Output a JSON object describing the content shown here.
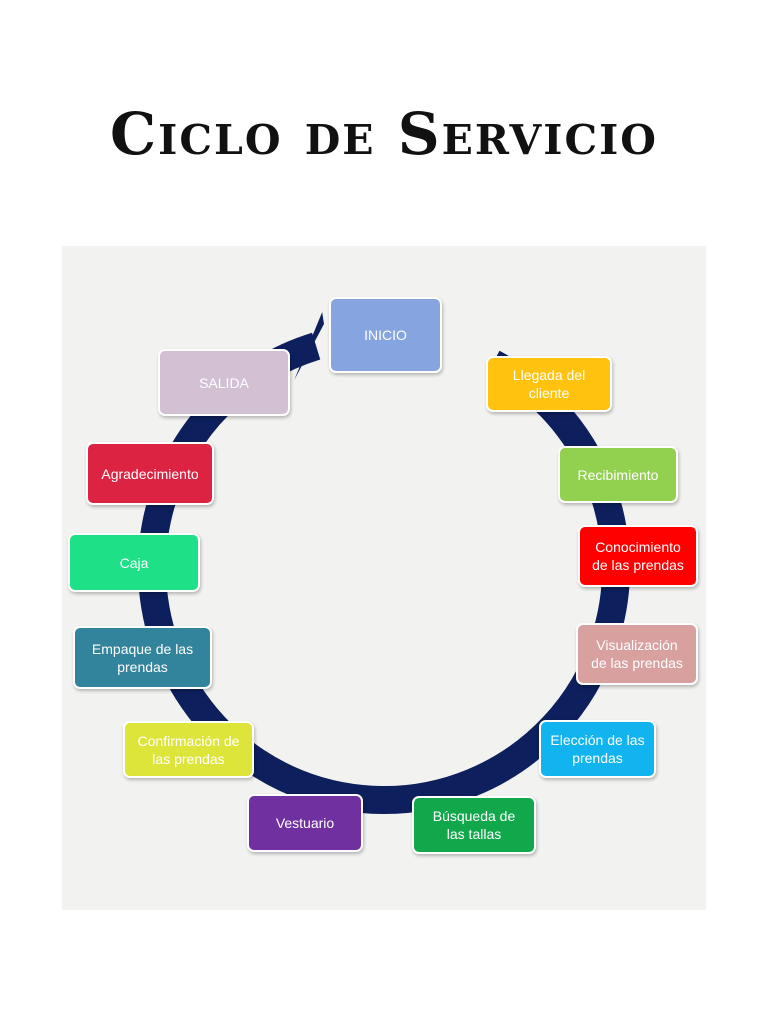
{
  "title": "Ciclo de Servicio",
  "colors": {
    "ring": "#0d1f5c",
    "panel": "#f2f2f0"
  },
  "steps": [
    {
      "label": "INICIO",
      "color": "#86a4e0"
    },
    {
      "label": "Llegada del\ncliente",
      "color": "#ffc20e"
    },
    {
      "label": "Recibimiento",
      "color": "#92d050"
    },
    {
      "label": "Conocimiento\nde  las prendas",
      "color": "#ff0000"
    },
    {
      "label": "Visualización\nde las prendas",
      "color": "#d9a0a0"
    },
    {
      "label": "Elección de las\nprendas",
      "color": "#12b4f0"
    },
    {
      "label": "Búsqueda de\nlas tallas",
      "color": "#11a84c"
    },
    {
      "label": "Vestuario",
      "color": "#7030a0"
    },
    {
      "label": "Confirmación de\nlas prendas",
      "color": "#dde43a"
    },
    {
      "label": "Empaque de las\nprendas",
      "color": "#31849b"
    },
    {
      "label": "Caja",
      "color": "#1ee087"
    },
    {
      "label": "Agradecimiento",
      "color": "#dc2342"
    },
    {
      "label": "SALIDA",
      "color": "#d3c0d3"
    }
  ]
}
